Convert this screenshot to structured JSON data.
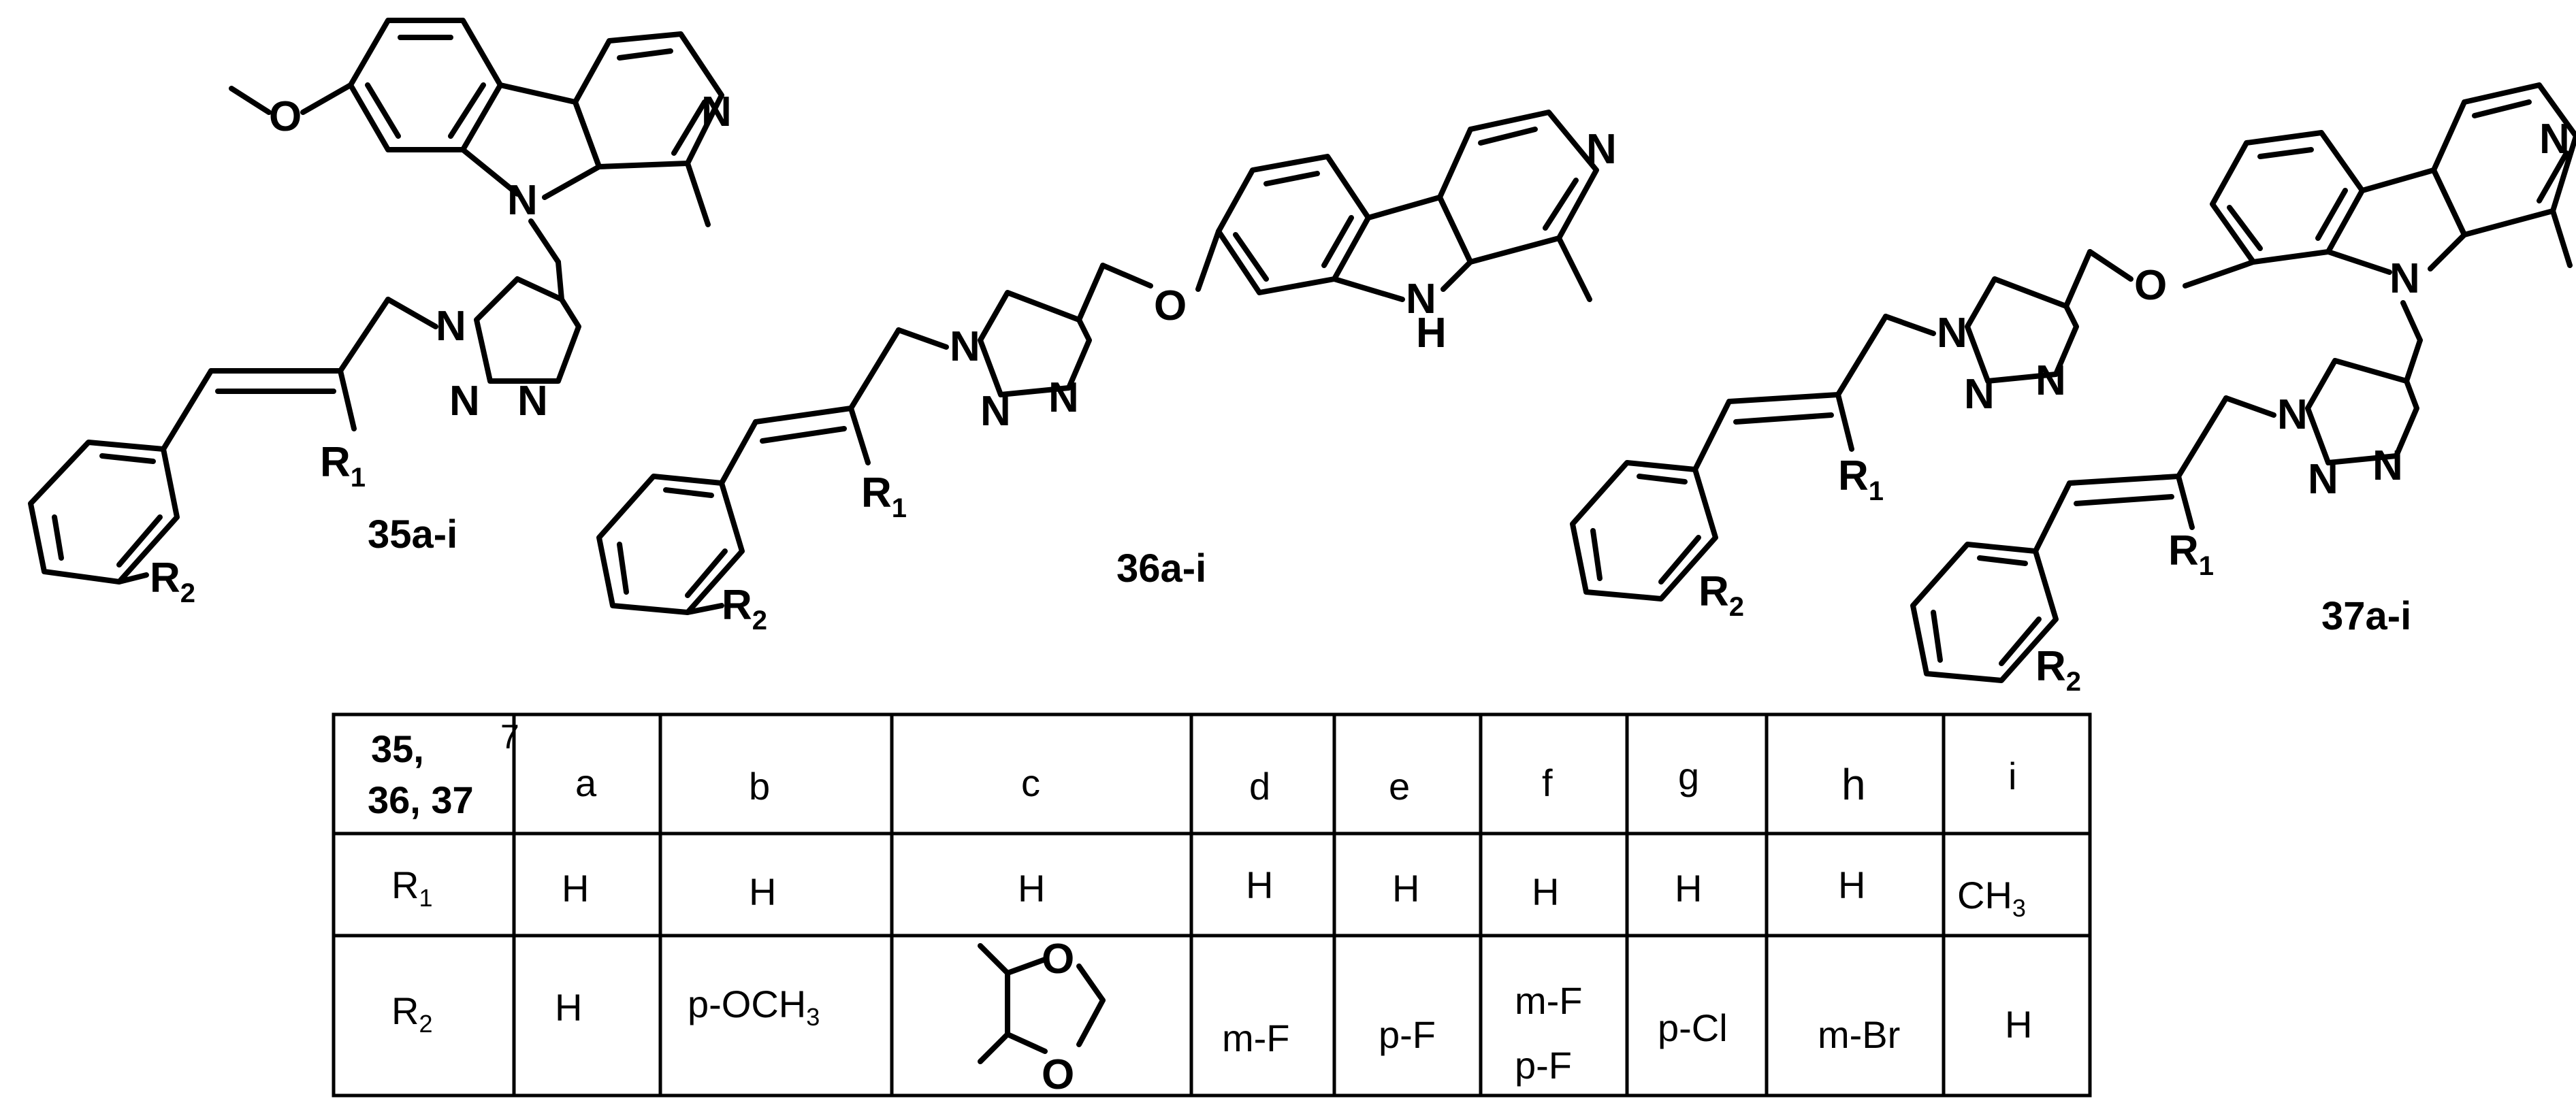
{
  "atoms": {
    "N": "N",
    "O": "O",
    "H": "H",
    "R": "R",
    "sub1": "1",
    "sub2": "2"
  },
  "compounds": [
    {
      "label": "35a-i"
    },
    {
      "label": "36a-i"
    },
    {
      "label": "37a-i"
    }
  ],
  "table": {
    "header_top": "35,",
    "header_bottom": "36, 37",
    "header_superscript": "7",
    "columns": [
      "a",
      "b",
      "c",
      "d",
      "e",
      "f",
      "g",
      "h",
      "i"
    ],
    "rows": [
      {
        "label": "R",
        "label_sub": "1",
        "cells": [
          "H",
          "H",
          "H",
          "H",
          "H",
          "H",
          "H",
          "H",
          "CH"
        ],
        "last_sub": "3"
      },
      {
        "label": "R",
        "label_sub": "2",
        "cells": [
          "H",
          "p-OCH",
          "",
          "m-F",
          "p-F",
          "m-F",
          "p-Cl",
          "m-Br",
          "H"
        ],
        "b_sub": "3",
        "f_second_line": "p-F",
        "c_atoms": [
          "O",
          "O"
        ]
      }
    ]
  }
}
